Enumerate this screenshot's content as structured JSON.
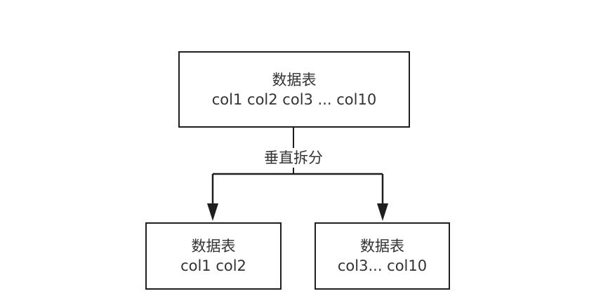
{
  "diagram": {
    "root": {
      "title": "数据表",
      "columns": "col1 col2 col3 ... col10"
    },
    "split_label": "垂直拆分",
    "children": [
      {
        "title": "数据表",
        "columns": "col1 col2"
      },
      {
        "title": "数据表",
        "columns": "col3... col10"
      }
    ],
    "colors": {
      "stroke": "#1f1f1f",
      "text": "#333333",
      "background": "#ffffff"
    }
  }
}
